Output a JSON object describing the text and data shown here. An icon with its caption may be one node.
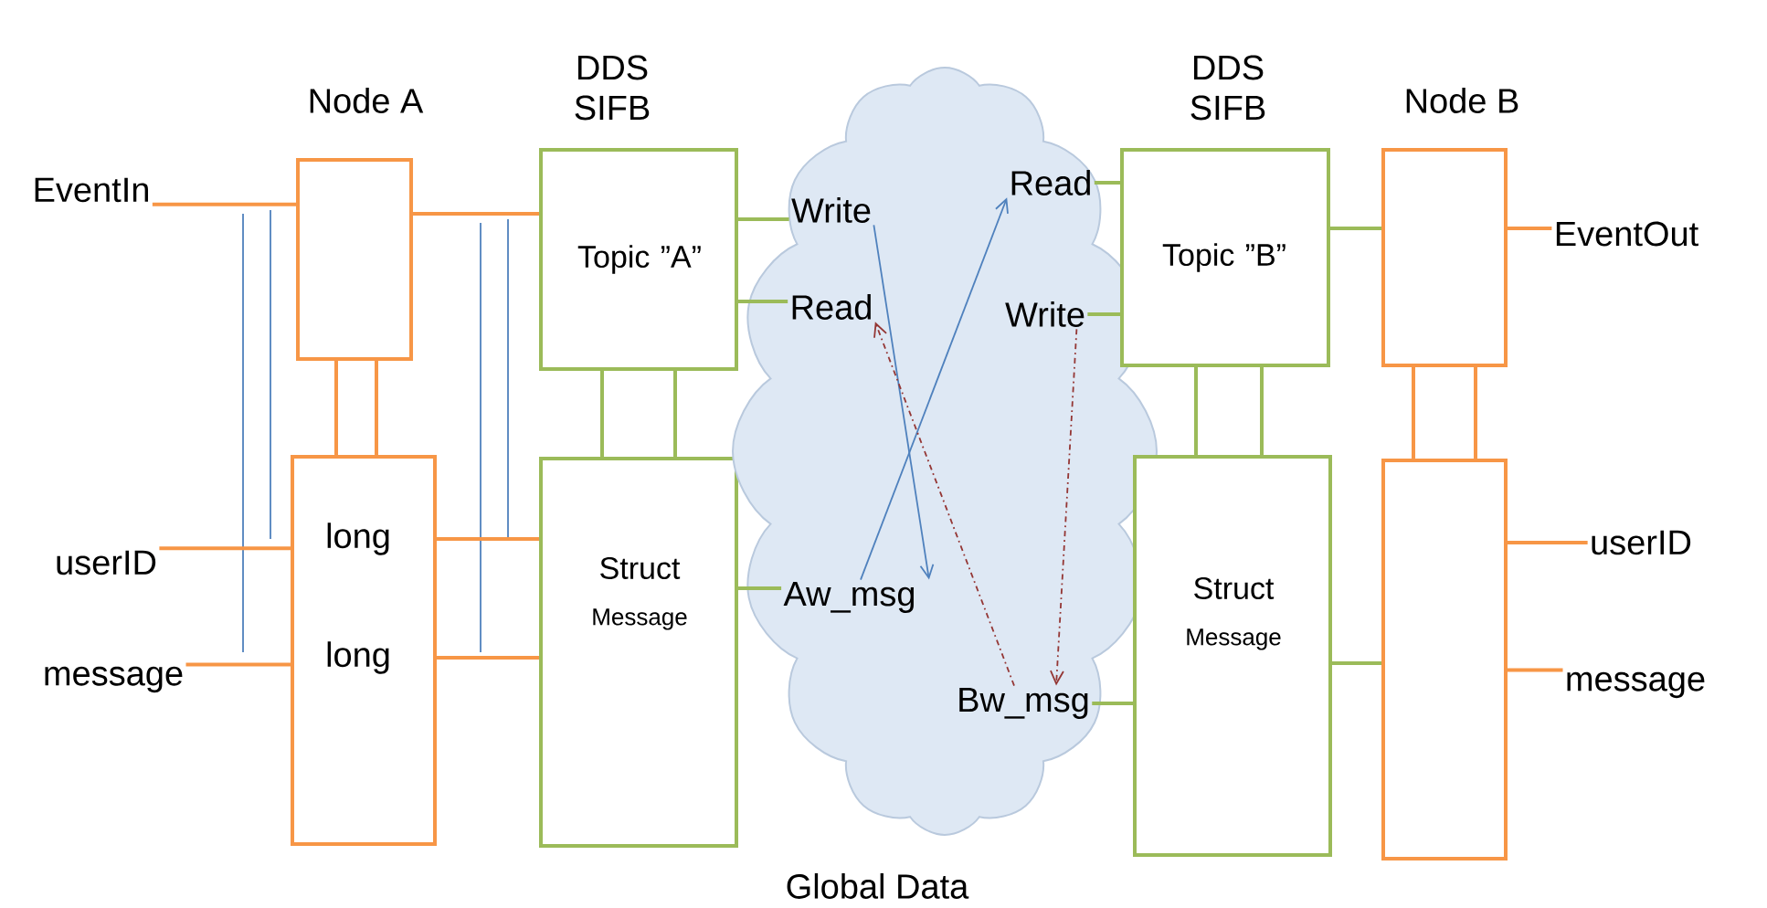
{
  "diagram": {
    "nodes": [
      {
        "text": [
          "Node A"
        ]
      },
      {
        "text": [
          "long",
          "long"
        ]
      },
      {
        "text": [
          "DDS SIFB",
          "Topic ”A”"
        ]
      },
      {
        "text": [
          "Struct",
          "Message"
        ]
      },
      {
        "text": [
          "Global Data"
        ]
      },
      {
        "text": [
          "Write"
        ],
        "in": 4
      },
      {
        "text": [
          "Read"
        ],
        "in": 4
      },
      {
        "text": [
          "Aw_msg"
        ],
        "in": 4
      },
      {
        "text": [
          "Read"
        ],
        "in": 4
      },
      {
        "text": [
          "Write"
        ],
        "in": 4
      },
      {
        "text": [
          "Bw_msg"
        ],
        "in": 4
      },
      {
        "text": [
          "DDS SIFB",
          "Topic ”B”"
        ]
      },
      {
        "text": [
          "Struct",
          "Message"
        ]
      },
      {
        "text": [
          "Node B"
        ]
      },
      {
        "text": [],
        "shape": "box"
      },
      {
        "text": [
          "EventIn"
        ]
      },
      {
        "text": [
          "userID"
        ]
      },
      {
        "text": [
          "message"
        ]
      },
      {
        "text": [
          "EventOut"
        ]
      },
      {
        "text": [
          "userID"
        ]
      },
      {
        "text": [
          "message"
        ]
      }
    ],
    "edges": [
      {
        "from": 15,
        "to": 0,
        "arrow": "none"
      },
      {
        "from": 0,
        "to": 2,
        "arrow": "none"
      },
      {
        "from": 0,
        "to": 1,
        "arrow": "none"
      },
      {
        "from": 0,
        "to": 1,
        "arrow": "none"
      },
      {
        "from": 16,
        "to": 1,
        "arrow": "none"
      },
      {
        "from": 17,
        "to": 1,
        "arrow": "none"
      },
      {
        "from": 1,
        "to": 3,
        "arrow": "none"
      },
      {
        "from": 1,
        "to": 3,
        "arrow": "none"
      },
      {
        "from": 2,
        "to": 3,
        "arrow": "none",
        "color": "#9bbb59"
      },
      {
        "from": 2,
        "to": 3,
        "arrow": "none",
        "color": "#9bbb59"
      },
      {
        "from": 2,
        "to": 5,
        "arrow": "none",
        "color": "#9bbb59"
      },
      {
        "from": 2,
        "to": 6,
        "arrow": "none",
        "color": "#9bbb59"
      },
      {
        "from": 3,
        "to": 7,
        "arrow": "none",
        "color": "#9bbb59"
      },
      {
        "from": 5,
        "to": 7,
        "arrow": "to",
        "color": "#4f81bd"
      },
      {
        "from": 7,
        "to": 8,
        "arrow": "to",
        "color": "#4f81bd"
      },
      {
        "from": 10,
        "to": 6,
        "arrow": "to",
        "style": "dashed",
        "color": "#943634"
      },
      {
        "from": 9,
        "to": 10,
        "arrow": "to",
        "style": "dashed",
        "color": "#943634"
      },
      {
        "from": 8,
        "to": 11,
        "arrow": "none",
        "color": "#9bbb59"
      },
      {
        "from": 9,
        "to": 11,
        "arrow": "none",
        "color": "#9bbb59"
      },
      {
        "from": 10,
        "to": 12,
        "arrow": "none",
        "color": "#9bbb59"
      },
      {
        "from": 11,
        "to": 12,
        "arrow": "none",
        "color": "#9bbb59"
      },
      {
        "from": 11,
        "to": 12,
        "arrow": "none",
        "color": "#9bbb59"
      },
      {
        "from": 11,
        "to": 13,
        "arrow": "none",
        "color": "#9bbb59"
      },
      {
        "from": 13,
        "to": 14,
        "arrow": "none"
      },
      {
        "from": 13,
        "to": 14,
        "arrow": "none"
      },
      {
        "from": 13,
        "to": 18,
        "arrow": "none"
      },
      {
        "from": 14,
        "to": 19,
        "arrow": "none"
      },
      {
        "from": 14,
        "to": 20,
        "arrow": "none"
      },
      {
        "from": 12,
        "to": 14,
        "arrow": "none",
        "color": "#9bbb59"
      }
    ]
  }
}
